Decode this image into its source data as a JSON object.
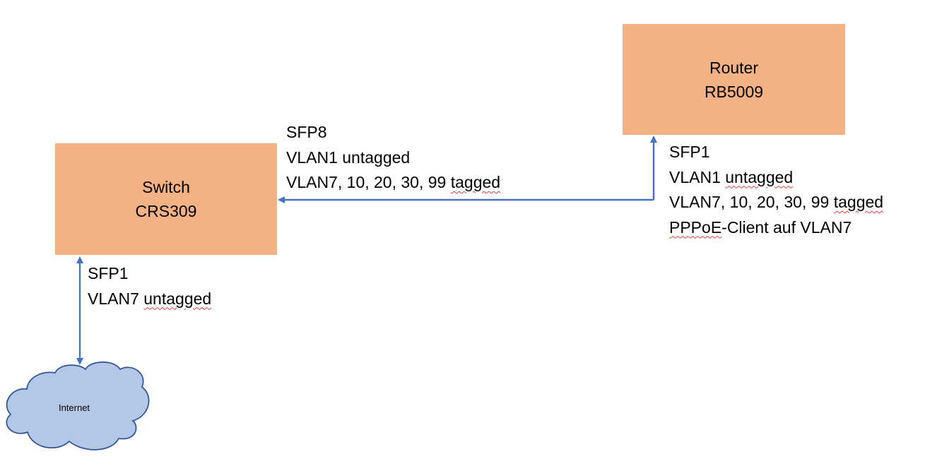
{
  "colors": {
    "box_fill": "#F4B183",
    "line": "#4472C4",
    "cloud_fill": "#B4C7E7",
    "cloud_stroke": "#2F5597",
    "spellcheck": "#E0393E"
  },
  "nodes": {
    "switch": {
      "name": "Switch",
      "model": "CRS309"
    },
    "router": {
      "name": "Router",
      "model": "RB5009"
    },
    "internet": {
      "label": "Internet"
    }
  },
  "ports": {
    "switch_sfp8": {
      "port": "SFP8",
      "untagged_prefix": "VLAN1 ",
      "untagged_word": "untagged",
      "tagged_prefix": "VLAN7, 10, 20, 30, 99 ",
      "tagged_word": "tagged"
    },
    "router_sfp1": {
      "port": "SFP1",
      "untagged_prefix": "VLAN1 ",
      "untagged_word": "untagged",
      "tagged_prefix": "VLAN7, 10, 20, 30, 99 ",
      "tagged_word": "tagged",
      "pppoe_word": "PPPoE",
      "pppoe_rest": "-Client auf VLAN7"
    },
    "switch_sfp1": {
      "port": "SFP1",
      "untagged_prefix": "VLAN7 ",
      "untagged_word": "untagged"
    }
  }
}
